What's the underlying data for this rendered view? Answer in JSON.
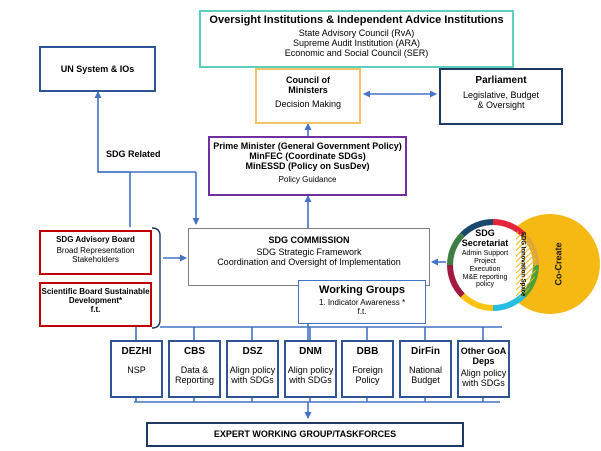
{
  "oversight": {
    "title": "Oversight Institutions & Independent Advice Institutions",
    "lines": [
      "State Advisory Council (RvA)",
      "Supreme Audit Institution (ARA)",
      "Economic and Social Council (SER)"
    ]
  },
  "un_box": {
    "title": "UN System & IOs"
  },
  "council": {
    "title": "Council of Ministers",
    "subtitle": "Decision Making"
  },
  "parliament": {
    "title": "Parliament",
    "lines": [
      "Legislative, Budget",
      "& Oversight"
    ]
  },
  "sdg_related": "SDG Related",
  "prime_minister": {
    "lines": [
      "Prime Minister (General Government Policy)",
      "MinFEC (Coordinate SDGs)",
      "MinESSD (Policy on SusDev)"
    ],
    "subtitle": "Policy Guidance"
  },
  "advisory_board": {
    "title": "SDG Advisory Board",
    "lines": [
      "Broad Representation",
      "Stakeholders"
    ]
  },
  "scientific_board": {
    "title": "Scientific Board Sustainable Development*",
    "note": "f.t."
  },
  "commission": {
    "title": "SDG COMMISSION",
    "lines": [
      "SDG Strategic Framework",
      "Coordination and Oversight of Implementation"
    ]
  },
  "working_groups": {
    "title": "Working Groups",
    "item": "1.   Indicator Awareness * f.t."
  },
  "secretariat": {
    "title": "SDG Secretariat",
    "lines": [
      "Admin Support",
      "Project",
      "Execution",
      "M&E reporting",
      "policy"
    ],
    "innovation": "SDG Innovation Space",
    "cocreate": "Co-Create"
  },
  "departments": [
    {
      "name": "DEZHI",
      "desc": "NSP"
    },
    {
      "name": "CBS",
      "desc": "Data & Reporting"
    },
    {
      "name": "DSZ",
      "desc": "Align policy with SDGs"
    },
    {
      "name": "DNM",
      "desc": "Align policy with SDGs"
    },
    {
      "name": "DBB",
      "desc": "Foreign Policy"
    },
    {
      "name": "DirFin",
      "desc": "National Budget"
    },
    {
      "name": "Other GoA Deps",
      "desc": "Align policy with SDGs"
    }
  ],
  "expert_group": "EXPERT WORKING GROUP/TASKFORCES",
  "colors": {
    "teal": "#5ccfc0",
    "blue": "#2f5597",
    "dark_navy": "#1f3864",
    "orange": "#f3c26b",
    "purple": "#7030a0",
    "red": "#c00000",
    "arrow": "#4472c4",
    "grey": "#7f7f7f",
    "yellow": "#f6b913"
  }
}
